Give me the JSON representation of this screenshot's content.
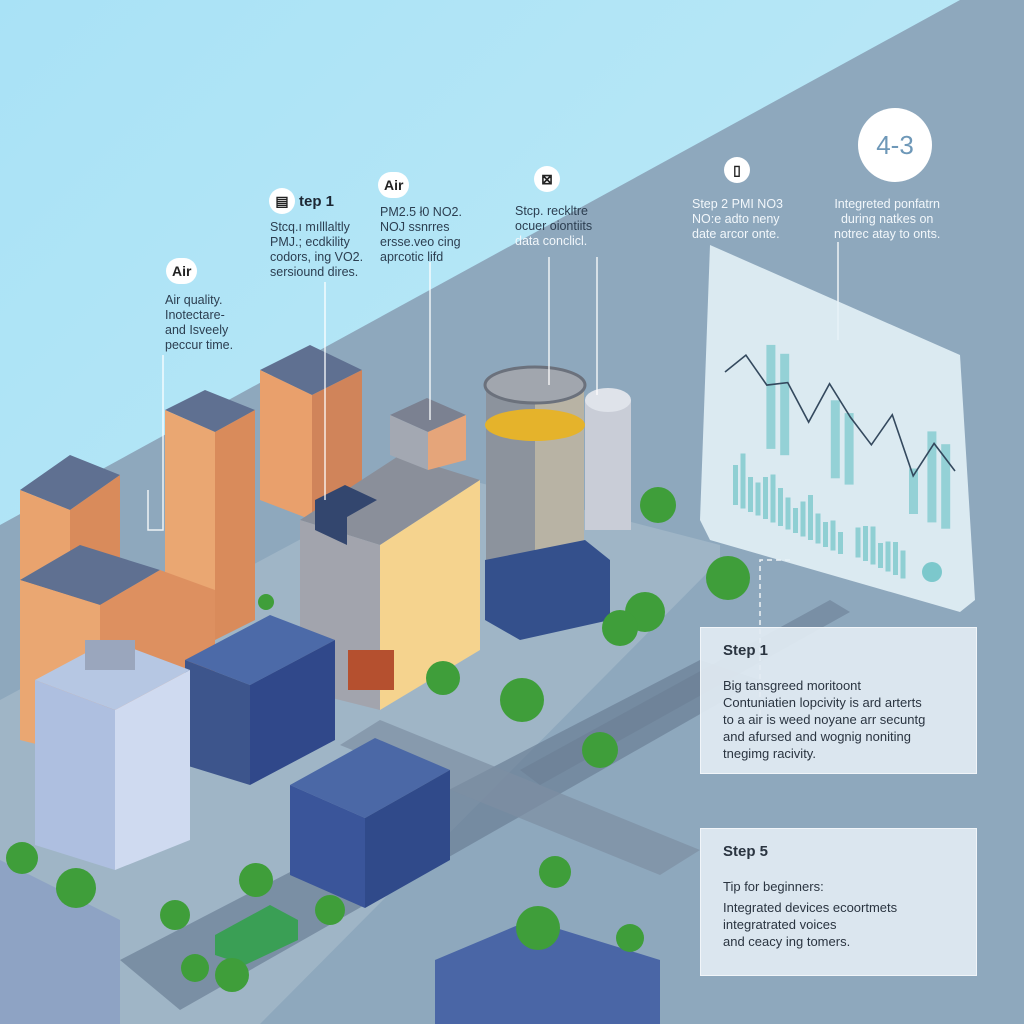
{
  "callouts": [
    {
      "badge": "Air",
      "text": [
        "Air quality.",
        "Inotectare-",
        "and Isveely",
        "peccur time."
      ]
    },
    {
      "badge_icon": "document-icon",
      "title": "tep 1",
      "text": [
        "Stcq.ı mılllaltly",
        "PMJ.; ecdkility",
        "codors, ing VO2.",
        "sersiound dires."
      ]
    },
    {
      "badge": "Air",
      "text": [
        "PM2.5 ł0 NO2.",
        "NOJ ssnrres",
        "ersse.veo cing",
        "aprcotic lifd"
      ]
    },
    {
      "badge_icon": "chart-icon",
      "text": [
        "Stcp. reckltre",
        "ocuer oiontiits",
        "data conclicl."
      ]
    },
    {
      "badge_icon": "sensor-icon",
      "text": [
        "Step 2 PMI NO3",
        "NO:e adto neny",
        "date arcor onte."
      ]
    },
    {
      "badge": "4-3",
      "text": [
        "Integreted ponfatrn",
        "during natkes on",
        "notrec atay to onts."
      ]
    }
  ],
  "cards": [
    {
      "title": "Step 1",
      "lines": [
        "Big tansgreed moritoont",
        "Contuniatien lopcivity is ard arterts",
        "to a air is weed noyane arr secuntg",
        "and afursed and wognig noniting",
        "tnegimg racivity."
      ]
    },
    {
      "title": "Step 5",
      "tip": "Tip for beginners:",
      "lines": [
        "Integrated devices ecoortmets",
        "integratrated voices",
        "and ceacy ing tomers."
      ]
    }
  ],
  "dashboard": {
    "line_series": [
      40,
      62,
      45,
      55,
      30,
      70,
      50,
      35,
      68,
      25,
      60,
      45
    ],
    "bar_series": [
      80,
      78,
      60,
      55,
      35,
      70,
      65
    ],
    "small_bars": [
      40,
      55,
      35,
      33,
      42,
      48,
      38,
      32,
      25,
      35,
      45,
      30,
      25,
      30,
      22,
      30,
      35,
      38,
      25,
      30,
      33,
      28
    ]
  },
  "colors": {
    "sky": "#b5e5f6",
    "ground": "#8ea8bd",
    "accent": "#7cc8cc",
    "tree": "#3c9b3c"
  }
}
